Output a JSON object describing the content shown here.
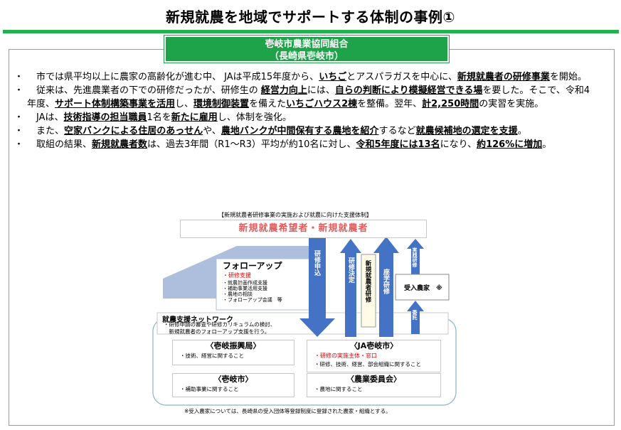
{
  "title": "新規就農を地域でサポートする体制の事例①",
  "org": {
    "name": "壱岐市農業協同組合",
    "sub": "（長崎県壱岐市）"
  },
  "bullets": [
    [
      "　市では県平均以上に農家の高齢化が進む中、 JAは平成15年度から、",
      {
        "u": "いちご"
      },
      "とアスパラガスを中心に、",
      {
        "u": "新規就農者の研修事業"
      },
      "を開始。"
    ],
    [
      "　従来は、先進農業者の下での研修だったが、研修生の ",
      {
        "u": "経営力向上"
      },
      "には、",
      {
        "u": "自らの判断により模擬経営できる場"
      },
      "を要した。そこで、令和4年度、",
      {
        "u": "サポート体制構築事業を活用"
      },
      "し、",
      {
        "u": "環境制御装置"
      },
      "を備えた",
      {
        "u": "いちごハウス2棟"
      },
      "を整備。翌年、",
      {
        "u": "計2,250時間"
      },
      "の実習を実施。"
    ],
    [
      "　JAは、",
      {
        "u": "技術指導の担当職員"
      },
      "1名を",
      {
        "u": "新たに雇用"
      },
      "し、体制を強化。"
    ],
    [
      "　また、",
      {
        "u": "空家バンクによる住居のあっせん"
      },
      "や、",
      {
        "u": "農地バンクが中間保有する農地を紹介"
      },
      "するなど",
      {
        "u": "就農候補地の選定を支援"
      },
      "。"
    ],
    [
      "　取組の結果、",
      {
        "u": "新規就農者数"
      },
      "は、過去3年間（R1～R3）平均が約10名に対し、",
      {
        "u": "令和5年度には13名"
      },
      "になり、",
      {
        "u": "約126%に増加"
      },
      "。"
    ]
  ],
  "bullet_mark": "・",
  "diagram": {
    "caption": "【新規就農者研修事業の実施および就農に向けた支援体制】",
    "top_label": "新規就農希望者・新規就農者",
    "follow": {
      "title": "フォローアップ",
      "items": [
        "・研修支援",
        "・就農計画作成支援",
        "・補助事業活用支援",
        "・農地の相談",
        "・フォローアップ会議　等"
      ]
    },
    "arrows": {
      "apply": "研修申込",
      "decide": "研修決定",
      "seminar": "座学研修",
      "practice": "実践研修",
      "trust": "委託"
    },
    "trainee_box": "新規就農者研修",
    "host": "受入農家　※",
    "network": {
      "title": "就農支援ネットワーク",
      "desc": [
        "・研修申請の審査や研修カリキュラムの検討、",
        "　新規就農者のフォローアップ支援を行う。"
      ]
    },
    "orgs": [
      {
        "name": "〈壱岐振興局〉",
        "lines": [
          "・技術、経営に関すること"
        ]
      },
      {
        "name": "〈JA壱岐市〉",
        "red": "・研修の実施主体・窓口",
        "lines": [
          "・研修、技術、経営、部会組織に関すること"
        ]
      },
      {
        "name": "〈壱岐市〉",
        "lines": [
          "・補助事業に関すること"
        ]
      },
      {
        "name": "〈農業委員会〉",
        "lines": [
          "・農地に関すること"
        ]
      }
    ],
    "footnote": "※受入農家については、長崎県の受入団体等登録制度に登録された農家・組織とする。"
  },
  "colors": {
    "accent": "#22b14c",
    "arrow": "#4472c4",
    "roof": "#aebedd",
    "red": "#e85a5a"
  }
}
